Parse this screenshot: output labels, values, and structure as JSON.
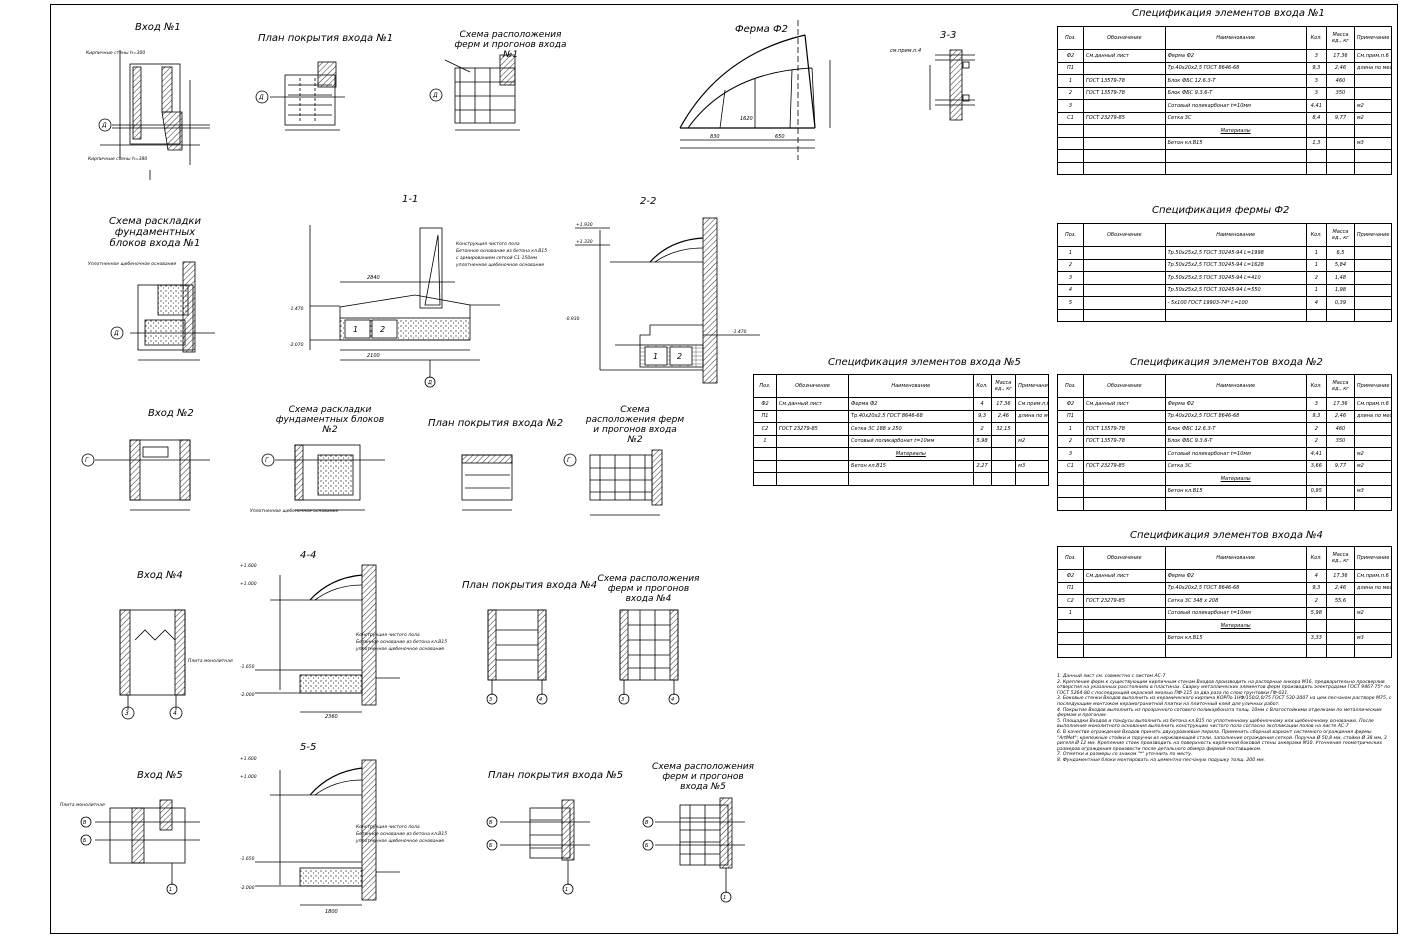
{
  "drawing": {
    "titles": {
      "entry1": "Вход №1",
      "roof_plan1": "План покрытия входа №1",
      "truss_scheme1": "Схема расположения ферм и прогонов входа №1",
      "truss_f2": "Ферма Ф2",
      "section_33": "3-3",
      "foundation_scheme1": "Схема раскладки фундаментных блоков входа №1",
      "section_11": "1-1",
      "section_22": "2-2",
      "entry2": "Вход №2",
      "foundation_scheme2": "Схема раскладки фундаментных блоков №2",
      "roof_plan2": "План покрытия входа №2",
      "truss_scheme2": "Схема расположения ферм и прогонов входа №2",
      "entry4": "Вход №4",
      "section_44": "4-4",
      "roof_plan4": "План покрытия входа №4",
      "truss_scheme4": "Схема расположения ферм и прогонов входа №4",
      "entry5": "Вход №5",
      "section_55": "5-5",
      "roof_plan5": "План покрытия входа №5",
      "truss_scheme5": "Схема расположения ферм и прогонов входа №5"
    },
    "labels": {
      "wall_300": "Кирпичные стены h=300",
      "wall_380": "Кирпичные стены h=380",
      "crushed_stone": "Уплотненное щебеночное основание",
      "floor_layers_1": "Конструкция чистого пола",
      "floor_layers_2": "Бетонное основание из бетона кл.В15",
      "floor_layers_3": "с армированием сеткой С1-150мм",
      "floor_layers_4": "уплотненное щебеночное основание",
      "ramp_slab": "Плита монолитная",
      "see_plan": "см.прим.п.4",
      "block_1": "1",
      "block_2": "2",
      "lvl_a": "+1.930",
      "lvl_b": "+1.330",
      "lvl_c": "-1.470",
      "lvl_d": "-2.070",
      "lvl_e": "-0.930",
      "lvl_f": "+1.600",
      "lvl_g": "+1.000",
      "lvl_h": "-2.000",
      "lvl_i": "-1.650",
      "axis_d": "Д",
      "axis_g": "Г",
      "axis_v": "В",
      "axis_b": "Б",
      "axis_1": "1",
      "axis_3": "3",
      "axis_4": "4",
      "dim_1": "2840",
      "dim_2": "2100",
      "dim_3": "2360",
      "dim_4": "1800",
      "dim_5": "1620",
      "dim_6": "830",
      "dim_7": "650"
    }
  },
  "spec1": {
    "title": "Спецификация элементов входа №1",
    "headers": [
      "Поз.",
      "Обозначение",
      "Наименование",
      "Кол.",
      "Масса ед., кг",
      "Примечание"
    ],
    "rows": [
      [
        "Ф2",
        "См.данный лист",
        "Ферма Ф2",
        "3",
        "17.36",
        "См.прим.п.6"
      ],
      [
        "П1",
        "",
        "Тр.40х20х2,5 ГОСТ 8646-68",
        "9,3",
        "2,46",
        "длина по месту"
      ],
      [
        "1",
        "ГОСТ 13579-78",
        "Блок ФБС 12.6.3-Т",
        "3",
        "460",
        ""
      ],
      [
        "2",
        "ГОСТ 13579-78",
        "Блок ФБС 9.3.6-Т",
        "3",
        "350",
        ""
      ],
      [
        "3",
        "",
        "Сотовый поликарбонат t=10мм",
        "4,41",
        "",
        "м2"
      ],
      [
        "С1",
        "ГОСТ 23279-85",
        "Сетка 3С",
        "8,4",
        "9,77",
        "м2"
      ],
      [
        "",
        "",
        "Материалы",
        "",
        "",
        ""
      ],
      [
        "",
        "",
        "Бетон кл.В15",
        "1,3",
        "",
        "м3"
      ],
      [
        "",
        "",
        "",
        "",
        "",
        ""
      ],
      [
        "",
        "",
        "",
        "",
        "",
        ""
      ]
    ]
  },
  "specF2": {
    "title": "Спецификация фермы Ф2",
    "headers": [
      "Поз.",
      "Обозначение",
      "Наименование",
      "Кол.",
      "Масса ед., кг",
      "Примечание"
    ],
    "rows": [
      [
        "1",
        "",
        "Тр.50х25х2,5 ГОСТ 30245-94 L=1998",
        "1",
        "6,5",
        ""
      ],
      [
        "2",
        "",
        "Тр.50х25х2,5 ГОСТ 30245-94 L=1628",
        "1",
        "5,84",
        ""
      ],
      [
        "3",
        "",
        "Тр.50х25х2,5 ГОСТ 30245-94 L=410",
        "2",
        "1,48",
        ""
      ],
      [
        "4",
        "",
        "Тр.50х25х2,5 ГОСТ 30245-94 L=550",
        "1",
        "1,98",
        ""
      ],
      [
        "5",
        "",
        "- 5х100 ГОСТ 19903-74* L=100",
        "4",
        "0,39",
        ""
      ],
      [
        "",
        "",
        "",
        "",
        "",
        ""
      ]
    ]
  },
  "spec5": {
    "title": "Спецификация элементов входа №5",
    "headers": [
      "Поз.",
      "Обозначение",
      "Наименование",
      "Кол.",
      "Масса ед., кг",
      "Примечание"
    ],
    "rows": [
      [
        "Ф2",
        "См.данный лист",
        "Ферма Ф2",
        "4",
        "17.36",
        "См.прим.п.6"
      ],
      [
        "П1",
        "",
        "Тр.40х20х2,5 ГОСТ 8646-68",
        "9,3",
        "2,46",
        "длина по месту"
      ],
      [
        "С2",
        "ГОСТ 23279-85",
        "Сетка 3С 188 х 250",
        "2",
        "32,15",
        ""
      ],
      [
        "1",
        "",
        "Сотовый поликарбонат t=10мм",
        "5,98",
        "",
        "м2"
      ],
      [
        "",
        "",
        "Материалы",
        "",
        "",
        ""
      ],
      [
        "",
        "",
        "Бетон кл.В15",
        "2,27",
        "",
        "м3"
      ],
      [
        "",
        "",
        "",
        "",
        "",
        ""
      ]
    ]
  },
  "spec2": {
    "title": "Спецификация элементов входа №2",
    "headers": [
      "Поз.",
      "Обозначение",
      "Наименование",
      "Кол.",
      "Масса ед., кг",
      "Примечание"
    ],
    "rows": [
      [
        "Ф2",
        "См.данный лист",
        "Ферма Ф2",
        "3",
        "17.36",
        "См.прим.п.6"
      ],
      [
        "П1",
        "",
        "Тр.40х20х2,5 ГОСТ 8646-68",
        "9,3",
        "2,46",
        "длина по месту"
      ],
      [
        "1",
        "ГОСТ 13579-78",
        "Блок ФБС 12.6.3-Т",
        "2",
        "460",
        ""
      ],
      [
        "2",
        "ГОСТ 13579-78",
        "Блок ФБС 9.3.6-Т",
        "2",
        "350",
        ""
      ],
      [
        "3",
        "",
        "Сотовый поликарбонат t=10мм",
        "4,41",
        "",
        "м2"
      ],
      [
        "С1",
        "ГОСТ 23279-85",
        "Сетка 3С",
        "3,66",
        "9,77",
        "м2"
      ],
      [
        "",
        "",
        "Материалы",
        "",
        "",
        ""
      ],
      [
        "",
        "",
        "Бетон кл.В15",
        "0,95",
        "",
        "м3"
      ],
      [
        "",
        "",
        "",
        "",
        "",
        ""
      ]
    ]
  },
  "spec4": {
    "title": "Спецификация элементов входа №4",
    "headers": [
      "Поз.",
      "Обозначение",
      "Наименование",
      "Кол.",
      "Масса ед., кг",
      "Примечание"
    ],
    "rows": [
      [
        "Ф2",
        "См.данный лист",
        "Ферма Ф2",
        "4",
        "17.36",
        "См.прим.п.6"
      ],
      [
        "П1",
        "",
        "Тр.40х20х2,5 ГОСТ 8646-68",
        "9,3",
        "2,46",
        "длина по месту"
      ],
      [
        "С2",
        "ГОСТ 23279-85",
        "Сетка 3С 348 х 208",
        "2",
        "55,6",
        ""
      ],
      [
        "1",
        "",
        "Сотовый поликарбонат t=10мм",
        "5,98",
        "",
        "м2"
      ],
      [
        "",
        "",
        "Материалы",
        "",
        "",
        ""
      ],
      [
        "",
        "",
        "Бетон кл.В15",
        "3,33",
        "",
        "м3"
      ],
      [
        "",
        "",
        "",
        "",
        "",
        ""
      ]
    ]
  },
  "notes": [
    "1.   Данный лист см. совместно с листом АС-7",
    "2.   Крепление ферм к существующим кирпичным стенам Входов производить на распорные анкера М16, предварительно просверлив отверстия на указанных расстояниях в пластинах. Сварку металлических элементов ферм производить электродами ГОСТ 9467-75* по ГОСТ 5264-80 с последующей окраской эмалью ПФ-115 за два раза по слою грунтовки ГФ-021.",
    "3.   Боковые стенки Входов выполнить из керамического кирпича КОРПо 1НФ/150/2,0/75 ГОСТ 530-2007 на цем.песчаном растворе М75, с последующим монтажом керамогранитной плитки на плиточный клей для уличных работ.",
    "4.   Покрытие Входов выполнить из прозрачного сотового поликарбоната толщ. 10мм с Влагостойкими отделками по металлическим фермам и прогонам.",
    "5.   Площадки Входов и пандусы выполнить из бетона кл.В15 по уплотненному щебеночному или щебеночному основанию. После выполнения монолитного основания выполнить конструкцию чистого пола согласно экспликации полов на листе АС-7",
    "6.   В качестве ограждения Входов принять двухуровневые перила. Применить сборный вариант системного ограждения фирмы \"ArtMet\": крепежные стойки и поручни из нержавеющей стали, заполнение ограждения сеткой. Поручни Ø 50,8 мм, стойки Ø 38 мм, 3 ригеля Ø 12 мм. Крепление стоек производить на поверхность кирпичной боковой стены анкерами М10. Уточнение геометрических размеров ограждения произвести после детального обмера фирмой-поставщиком.",
    "7.   Отметки и размеры со знаком \"*\" уточнить по месту.",
    "8.   Фундаментные блоки монтировать на цементно-песчаную подушку толщ. 200 мм."
  ]
}
